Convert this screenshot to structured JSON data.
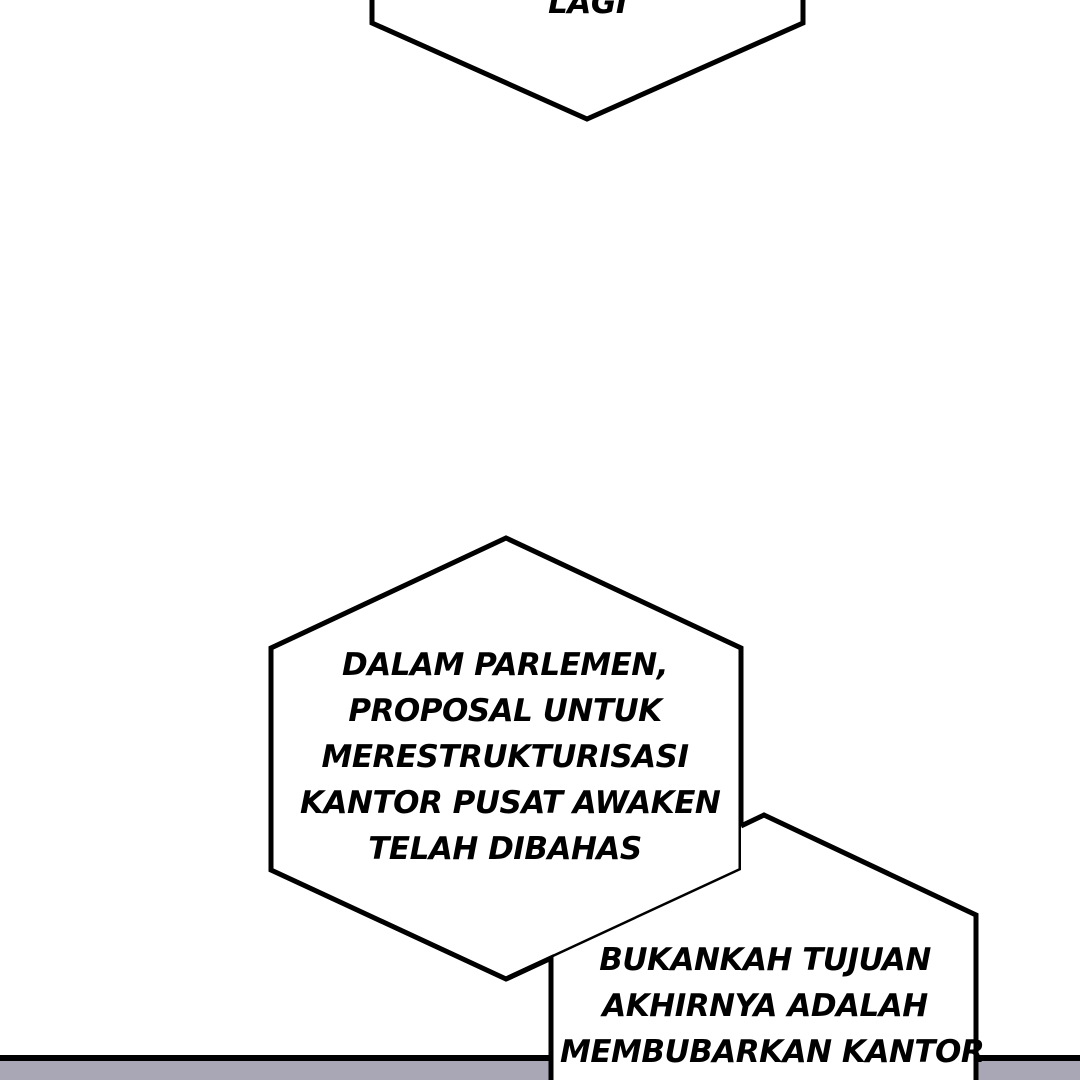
{
  "colors": {
    "background": "#ffffff",
    "ink": "#000000",
    "panel_gray": "#a9a7b6"
  },
  "bubbles": [
    {
      "lines": [
        "LAGI"
      ]
    },
    {
      "lines": [
        "DALAM PARLEMEN,",
        "PROPOSAL UNTUK",
        "MERESTRUKTURISASI",
        "KANTOR PUSAT AWAKEN",
        "TELAH DIBAHAS"
      ]
    },
    {
      "lines": [
        "BUKANKAH TUJUAN",
        "AKHIRNYA ADALAH",
        "MEMBUBARKAN KANTOR"
      ]
    }
  ]
}
